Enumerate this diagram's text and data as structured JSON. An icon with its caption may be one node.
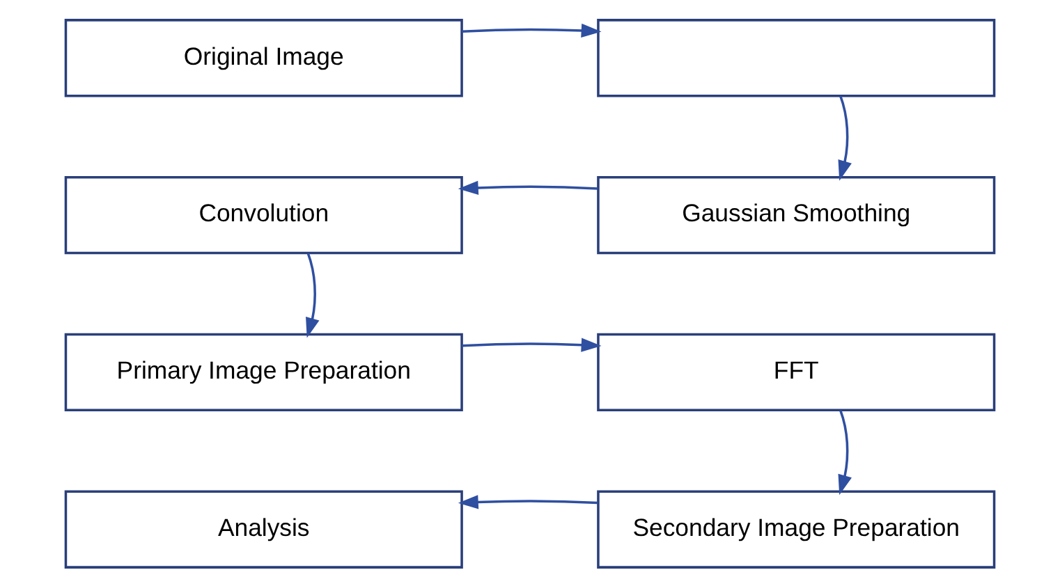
{
  "diagram": {
    "nodes": [
      {
        "text": [
          "Original Image"
        ]
      },
      {
        "text": [],
        "shape": "box"
      },
      {
        "text": [
          "Convolution"
        ]
      },
      {
        "text": [
          "Gaussian Smoothing"
        ]
      },
      {
        "text": [
          "Primary Image Preparation"
        ]
      },
      {
        "text": [
          "FFT"
        ]
      },
      {
        "text": [
          "Analysis"
        ]
      },
      {
        "text": [
          "Secondary Image Preparation"
        ]
      }
    ],
    "edges": [
      {
        "from": 0,
        "to": 1,
        "arrow": "to"
      },
      {
        "from": 1,
        "to": 3,
        "arrow": "to"
      },
      {
        "from": 3,
        "to": 2,
        "arrow": "to"
      },
      {
        "from": 2,
        "to": 4,
        "arrow": "to"
      },
      {
        "from": 4,
        "to": 5,
        "arrow": "to"
      },
      {
        "from": 5,
        "to": 7,
        "arrow": "to"
      },
      {
        "from": 7,
        "to": 6,
        "arrow": "to"
      }
    ]
  }
}
